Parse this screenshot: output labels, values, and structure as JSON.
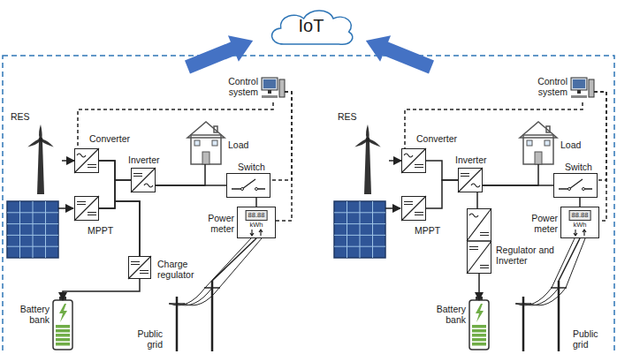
{
  "diagram": {
    "nodes": [
      {
        "text": [
          "IoT"
        ]
      },
      {
        "text": [
          "Control system"
        ]
      },
      {
        "text": [
          "RES"
        ]
      },
      {
        "text": [
          "Load"
        ]
      },
      {
        "text": [
          "Converter"
        ]
      },
      {
        "text": [
          "MPPT"
        ]
      },
      {
        "text": [
          "Inverter"
        ]
      },
      {
        "text": [
          "Switch"
        ]
      },
      {
        "text": [
          "Power meter",
          "88.88",
          "kWh"
        ]
      },
      {
        "text": [
          "Charge regulator"
        ]
      },
      {
        "text": [
          "Battery bank"
        ]
      },
      {
        "text": [
          "Public grid"
        ]
      },
      {
        "text": [
          "Control system"
        ]
      },
      {
        "text": [
          "RES"
        ]
      },
      {
        "text": [
          "Load"
        ]
      },
      {
        "text": [
          "Converter"
        ]
      },
      {
        "text": [
          "MPPT"
        ]
      },
      {
        "text": [
          "Inverter"
        ]
      },
      {
        "text": [
          "Switch"
        ]
      },
      {
        "text": [
          "Power meter",
          "88.88",
          "kWh"
        ]
      },
      {
        "text": [
          "Regulator and Inverter"
        ]
      },
      {
        "text": [
          "Battery bank"
        ]
      },
      {
        "text": [
          "Public grid"
        ]
      }
    ],
    "edges": [
      {
        "from": 2,
        "to": 4,
        "arrow": "to"
      },
      {
        "from": 4,
        "to": 6,
        "arrow": "none"
      },
      {
        "from": 5,
        "to": 6,
        "arrow": "none"
      },
      {
        "from": 4,
        "to": 9,
        "arrow": "none"
      },
      {
        "from": 5,
        "to": 9,
        "arrow": "none"
      },
      {
        "from": 6,
        "to": 3,
        "arrow": "none"
      },
      {
        "from": 6,
        "to": 7,
        "arrow": "none"
      },
      {
        "from": 7,
        "to": 8,
        "arrow": "none"
      },
      {
        "from": 8,
        "to": 11,
        "arrow": "none"
      },
      {
        "from": 9,
        "to": 10,
        "arrow": "to"
      },
      {
        "from": 1,
        "to": 4,
        "arrow": "none"
      },
      {
        "from": 1,
        "to": 7,
        "arrow": "none"
      },
      {
        "from": 1,
        "to": 8,
        "arrow": "none"
      },
      {
        "from": 13,
        "to": 15,
        "arrow": "to"
      },
      {
        "from": 15,
        "to": 17,
        "arrow": "none"
      },
      {
        "from": 16,
        "to": 17,
        "arrow": "none"
      },
      {
        "from": 17,
        "to": 14,
        "arrow": "none"
      },
      {
        "from": 17,
        "to": 18,
        "arrow": "none"
      },
      {
        "from": 18,
        "to": 19,
        "arrow": "none"
      },
      {
        "from": 19,
        "to": 22,
        "arrow": "none"
      },
      {
        "from": 17,
        "to": 20,
        "arrow": "none"
      },
      {
        "from": 20,
        "to": 21,
        "arrow": "to"
      },
      {
        "from": 12,
        "to": 15,
        "arrow": "none"
      },
      {
        "from": 12,
        "to": 18,
        "arrow": "none"
      },
      {
        "from": 12,
        "to": 19,
        "arrow": "none"
      }
    ]
  }
}
